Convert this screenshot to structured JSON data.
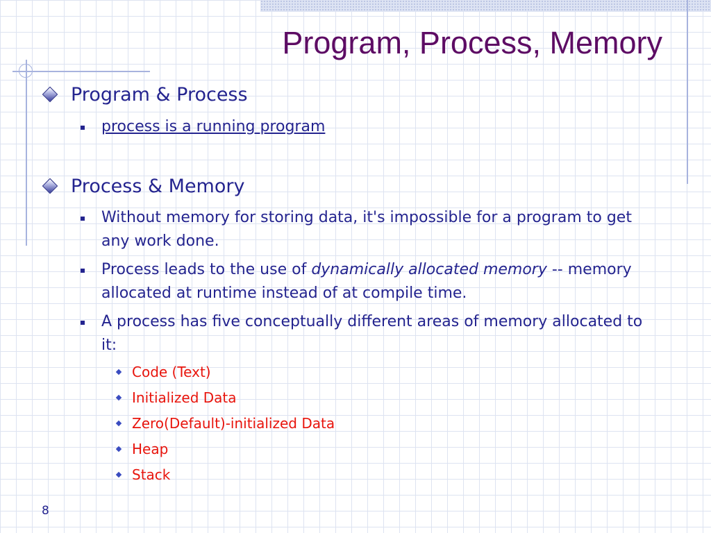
{
  "slide": {
    "title": "Program, Process, Memory",
    "page_number": "8",
    "colors": {
      "title": "#5d0c64",
      "body": "#24248f",
      "sub_items": "#e8140c",
      "grid": "#dde3f1"
    }
  },
  "sections": [
    {
      "heading": "Program & Process",
      "bullets": [
        {
          "text": "process is a running program"
        }
      ]
    },
    {
      "heading": "Process & Memory",
      "bullets": [
        {
          "text": "Without memory for storing data, it's impossible for a program to get any work done."
        },
        {
          "before": "Process leads to the use of ",
          "emphasis": "dynamically allocated memory",
          "after": " -- memory allocated at runtime instead of at compile time."
        },
        {
          "text": "A process has five conceptually different areas of memory allocated to it:"
        }
      ],
      "memory_areas": [
        "Code (Text)",
        "Initialized Data",
        "Zero(Default)-initialized Data",
        "Heap",
        "Stack"
      ]
    }
  ]
}
